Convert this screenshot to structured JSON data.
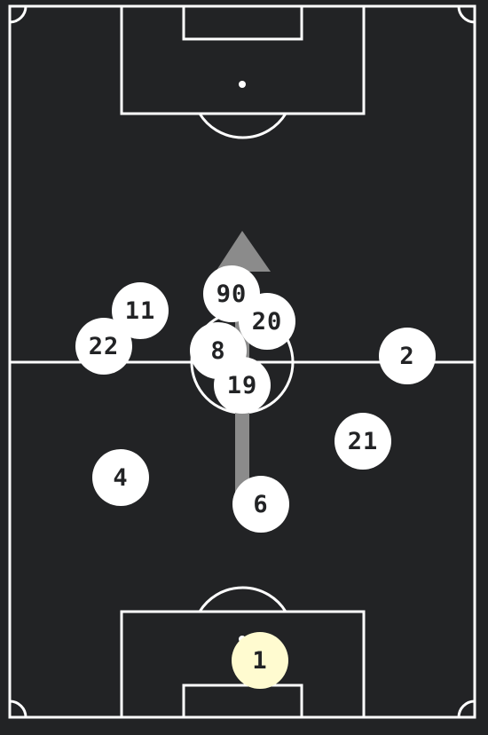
{
  "colors": {
    "background": "#222325",
    "lines": "#ffffff",
    "player": "#ffffff",
    "goalkeeper": "#fffbd0",
    "arrow": "#8b8b8b",
    "number": "#222325"
  },
  "arrow": {
    "direction": "up",
    "from_player": "6"
  },
  "players": [
    {
      "id": "p90",
      "number": "90"
    },
    {
      "id": "p11",
      "number": "11"
    },
    {
      "id": "p20",
      "number": "20"
    },
    {
      "id": "p22",
      "number": "22"
    },
    {
      "id": "p8",
      "number": "8"
    },
    {
      "id": "p2",
      "number": "2"
    },
    {
      "id": "p19",
      "number": "19"
    },
    {
      "id": "p21",
      "number": "21"
    },
    {
      "id": "p4",
      "number": "4"
    },
    {
      "id": "p6",
      "number": "6"
    },
    {
      "id": "p1",
      "number": "1",
      "role": "goalkeeper"
    }
  ]
}
